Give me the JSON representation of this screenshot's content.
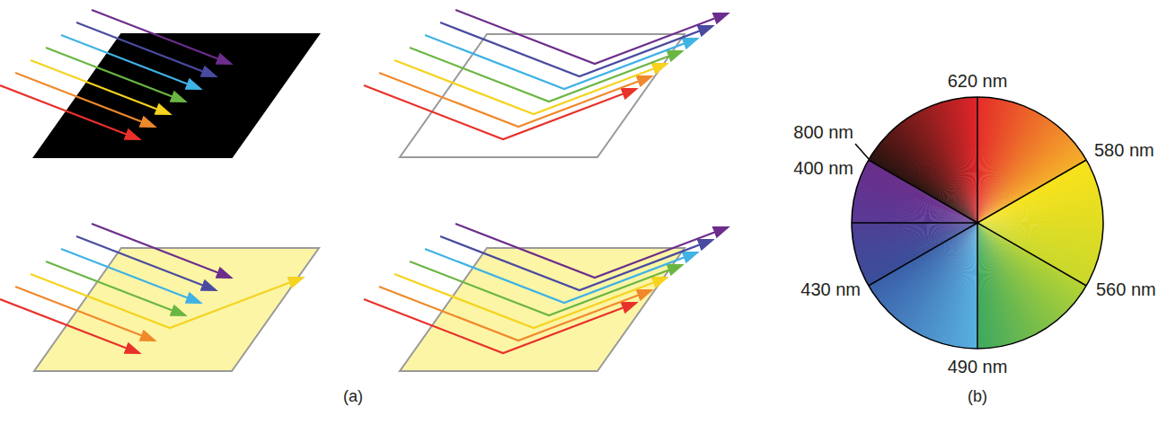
{
  "diagram": {
    "labels": [
      "620 nm",
      "800 nm",
      "400 nm",
      "580 nm",
      "430 nm",
      "560 nm",
      "490 nm",
      "(a)",
      "(b)"
    ]
  }
}
